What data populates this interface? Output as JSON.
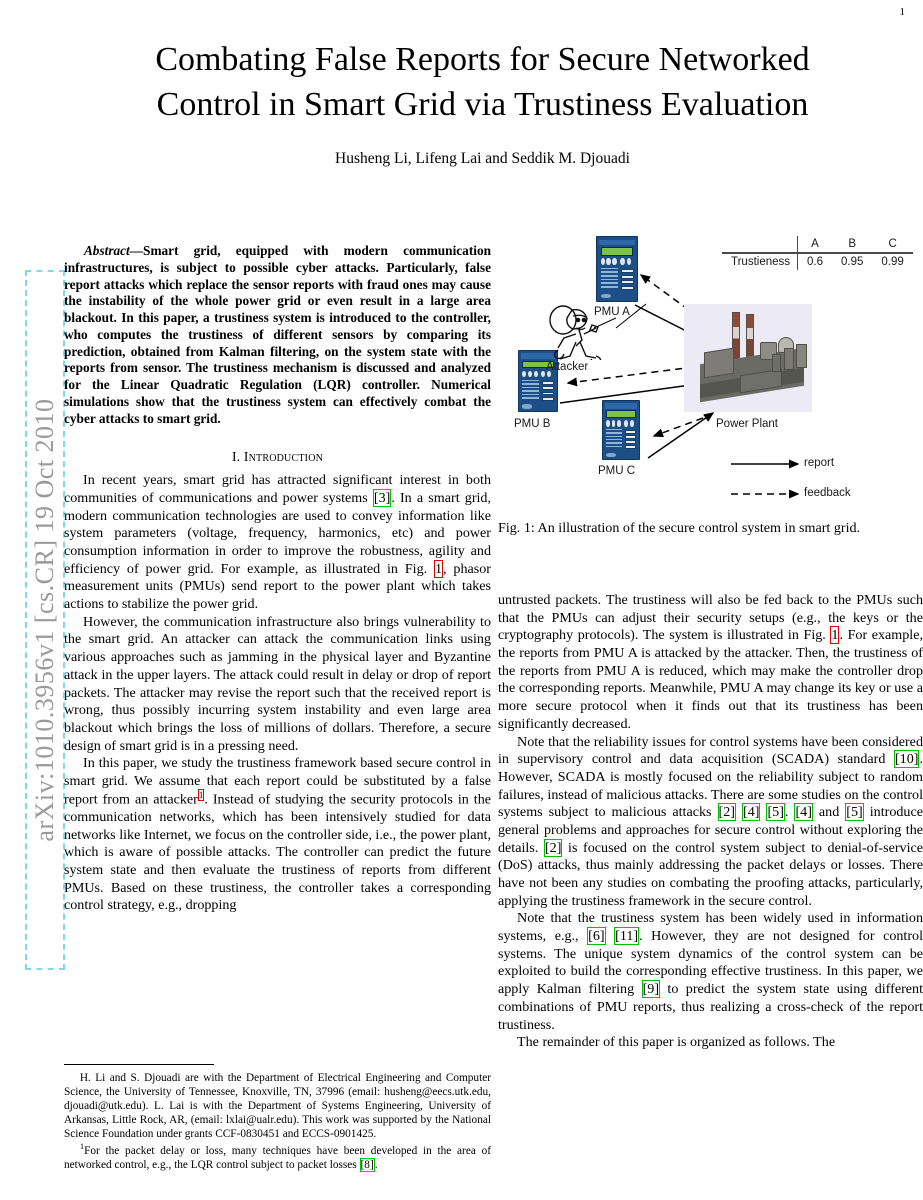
{
  "page_number": "1",
  "arxiv_stamp": "arXiv:1010.3956v1  [cs.CR]  19 Oct 2010",
  "title": {
    "line1": "Combating False Reports for Secure Networked",
    "line2": "Control in Smart Grid via Trustiness Evaluation",
    "authors": "Husheng Li, Lifeng Lai and Seddik M. Djouadi"
  },
  "abstract": {
    "heading": "Abstract—",
    "body": "Smart grid, equipped with modern communication infrastructures, is subject to possible cyber attacks. Particularly, false report attacks which replace the sensor reports with fraud ones may cause the instability of the whole power grid or even result in a large area blackout. In this paper, a trustiness system is introduced to the controller, who computes the trustiness of different sensors by comparing its prediction, obtained from Kalman filtering, on the system state with the reports from sensor. The trustiness mechanism is discussed and analyzed for the Linear Quadratic Regulation (LQR) controller. Numerical simulations show that the trustiness system can effectively combat the cyber attacks to smart grid."
  },
  "sections": {
    "intro_numeral": "I.",
    "intro_title": "Introduction"
  },
  "left_column": {
    "p1_a": "In recent years, smart grid has attracted significant interest in both communities of communications and power systems ",
    "p1_cite1": "3",
    "p1_b": ". In a smart grid, modern communication technologies are used to convey information like system parameters (voltage, frequency, harmonics, etc) and power consumption information in order to improve the robustness, agility and efficiency of power grid. For example, as illustrated in Fig. ",
    "p1_figref": "1",
    "p1_c": ", phasor measurement units (PMUs) send report to the power plant which takes actions to stabilize the power grid.",
    "p2": "However, the communication infrastructure also brings vulnerability to the smart grid. An attacker can attack the communication links using various approaches such as jamming in the physical layer and Byzantine attack in the upper layers. The attack could result in delay or drop of report packets. The attacker may revise the report such that the received report is wrong, thus possibly incurring system instability and even large area blackout which brings the loss of millions of dollars. Therefore, a secure design of smart grid is in a pressing need.",
    "p3_a": "In this paper, we study the trustiness framework based secure control in smart grid. We assume that each report could be substituted by a false report from an attacker",
    "p3_fnref": "1",
    "p3_b": ". Instead of studying the security protocols in the communication networks, which has been intensively studied for data networks like Internet, we focus on the controller side, i.e., the power plant, which is aware of possible attacks. The controller can predict the future system state and then evaluate the trustiness of reports from different PMUs. Based on these trustiness, the controller takes a corresponding control strategy, e.g., dropping"
  },
  "footnotes": {
    "affiliation": "H. Li and S. Djouadi are with the Department of Electrical Engineering and Computer Science, the University of Tennessee, Knoxville, TN, 37996 (email: husheng@eecs.utk.edu, djouadi@utk.edu). L. Lai is with the Department of Systems Engineering, University of Arkansas, Little Rock, AR, (email: lxlai@ualr.edu). This work was supported by the National Science Foundation under grants CCF-0830451 and ECCS-0901425.",
    "fn1_marker": "1",
    "fn1_a": "For the packet delay or loss, many techniques have been developed in the area of networked control, e.g., the LQR control subject to packet losses ",
    "fn1_cite": "8",
    "fn1_b": "."
  },
  "figure": {
    "caption": "Fig. 1: An illustration of the secure control system in smart grid.",
    "labels": {
      "pmu_a": "PMU A",
      "pmu_b": "PMU B",
      "pmu_c": "PMU C",
      "attacker": "Attacker",
      "power_plant": "Power Plant"
    },
    "legend": {
      "report": "report",
      "feedback": "feedback"
    },
    "table": {
      "row_label": "Trustieness",
      "columns": [
        "A",
        "B",
        "C"
      ],
      "values": [
        "0.6",
        "0.95",
        "0.99"
      ]
    },
    "colors": {
      "pmu_body": "#1d4f86",
      "pmu_lcd": "#7fc24a",
      "plant_bg": "#eceaf4",
      "plant_body": "#6f6f6b"
    }
  },
  "right_column": {
    "p1_a": "untrusted packets. The trustiness will also be fed back to the PMUs such that the PMUs can adjust their security setups (e.g., the keys or the cryptography protocols). The system is illustrated in Fig. ",
    "p1_figref": "1",
    "p1_b": ". For example, the reports from PMU A is attacked by the attacker. Then, the trustiness of the reports from PMU A is reduced, which may make the controller drop the corresponding reports. Meanwhile, PMU A may change its key or use a more secure protocol when it finds out that its trustiness has been significantly decreased.",
    "p2_a": "Note that the reliability issues for control systems have been considered in supervisory control and data acquisition (SCADA) standard ",
    "p2_cite1": "10",
    "p2_b": ". However, SCADA is mostly focused on the reliability subject to random failures, instead of malicious attacks. There are some studies on the control systems subject to malicious attacks ",
    "p2_cite2": "2",
    "p2_cite3": "4",
    "p2_cite4": "5",
    "p2_c": ". ",
    "p2_cite5": "4",
    "p2_d": " and ",
    "p2_cite6": "5",
    "p2_e": " introduce general problems and approaches for secure control without exploring the details. ",
    "p2_cite7": "2",
    "p2_f": " is focused on the control system subject to denial-of-service (DoS) attacks, thus mainly addressing the packet delays or losses. There have not been any studies on combating the proofing attacks, particularly, applying the trustiness framework in the secure control.",
    "p3_a": "Note that the trustiness system has been widely used in information systems, e.g., ",
    "p3_cite1": "6",
    "p3_cite2": "11",
    "p3_b": ". However, they are not designed for control systems. The unique system dynamics of the control system can be exploited to build the corresponding effective trustiness. In this paper, we apply Kalman filtering ",
    "p3_cite3": "9",
    "p3_c": " to predict the system state using different combinations of PMU reports, thus realizing a cross-check of the report trustiness.",
    "p4": "The remainder of this paper is organized as follows. The"
  }
}
